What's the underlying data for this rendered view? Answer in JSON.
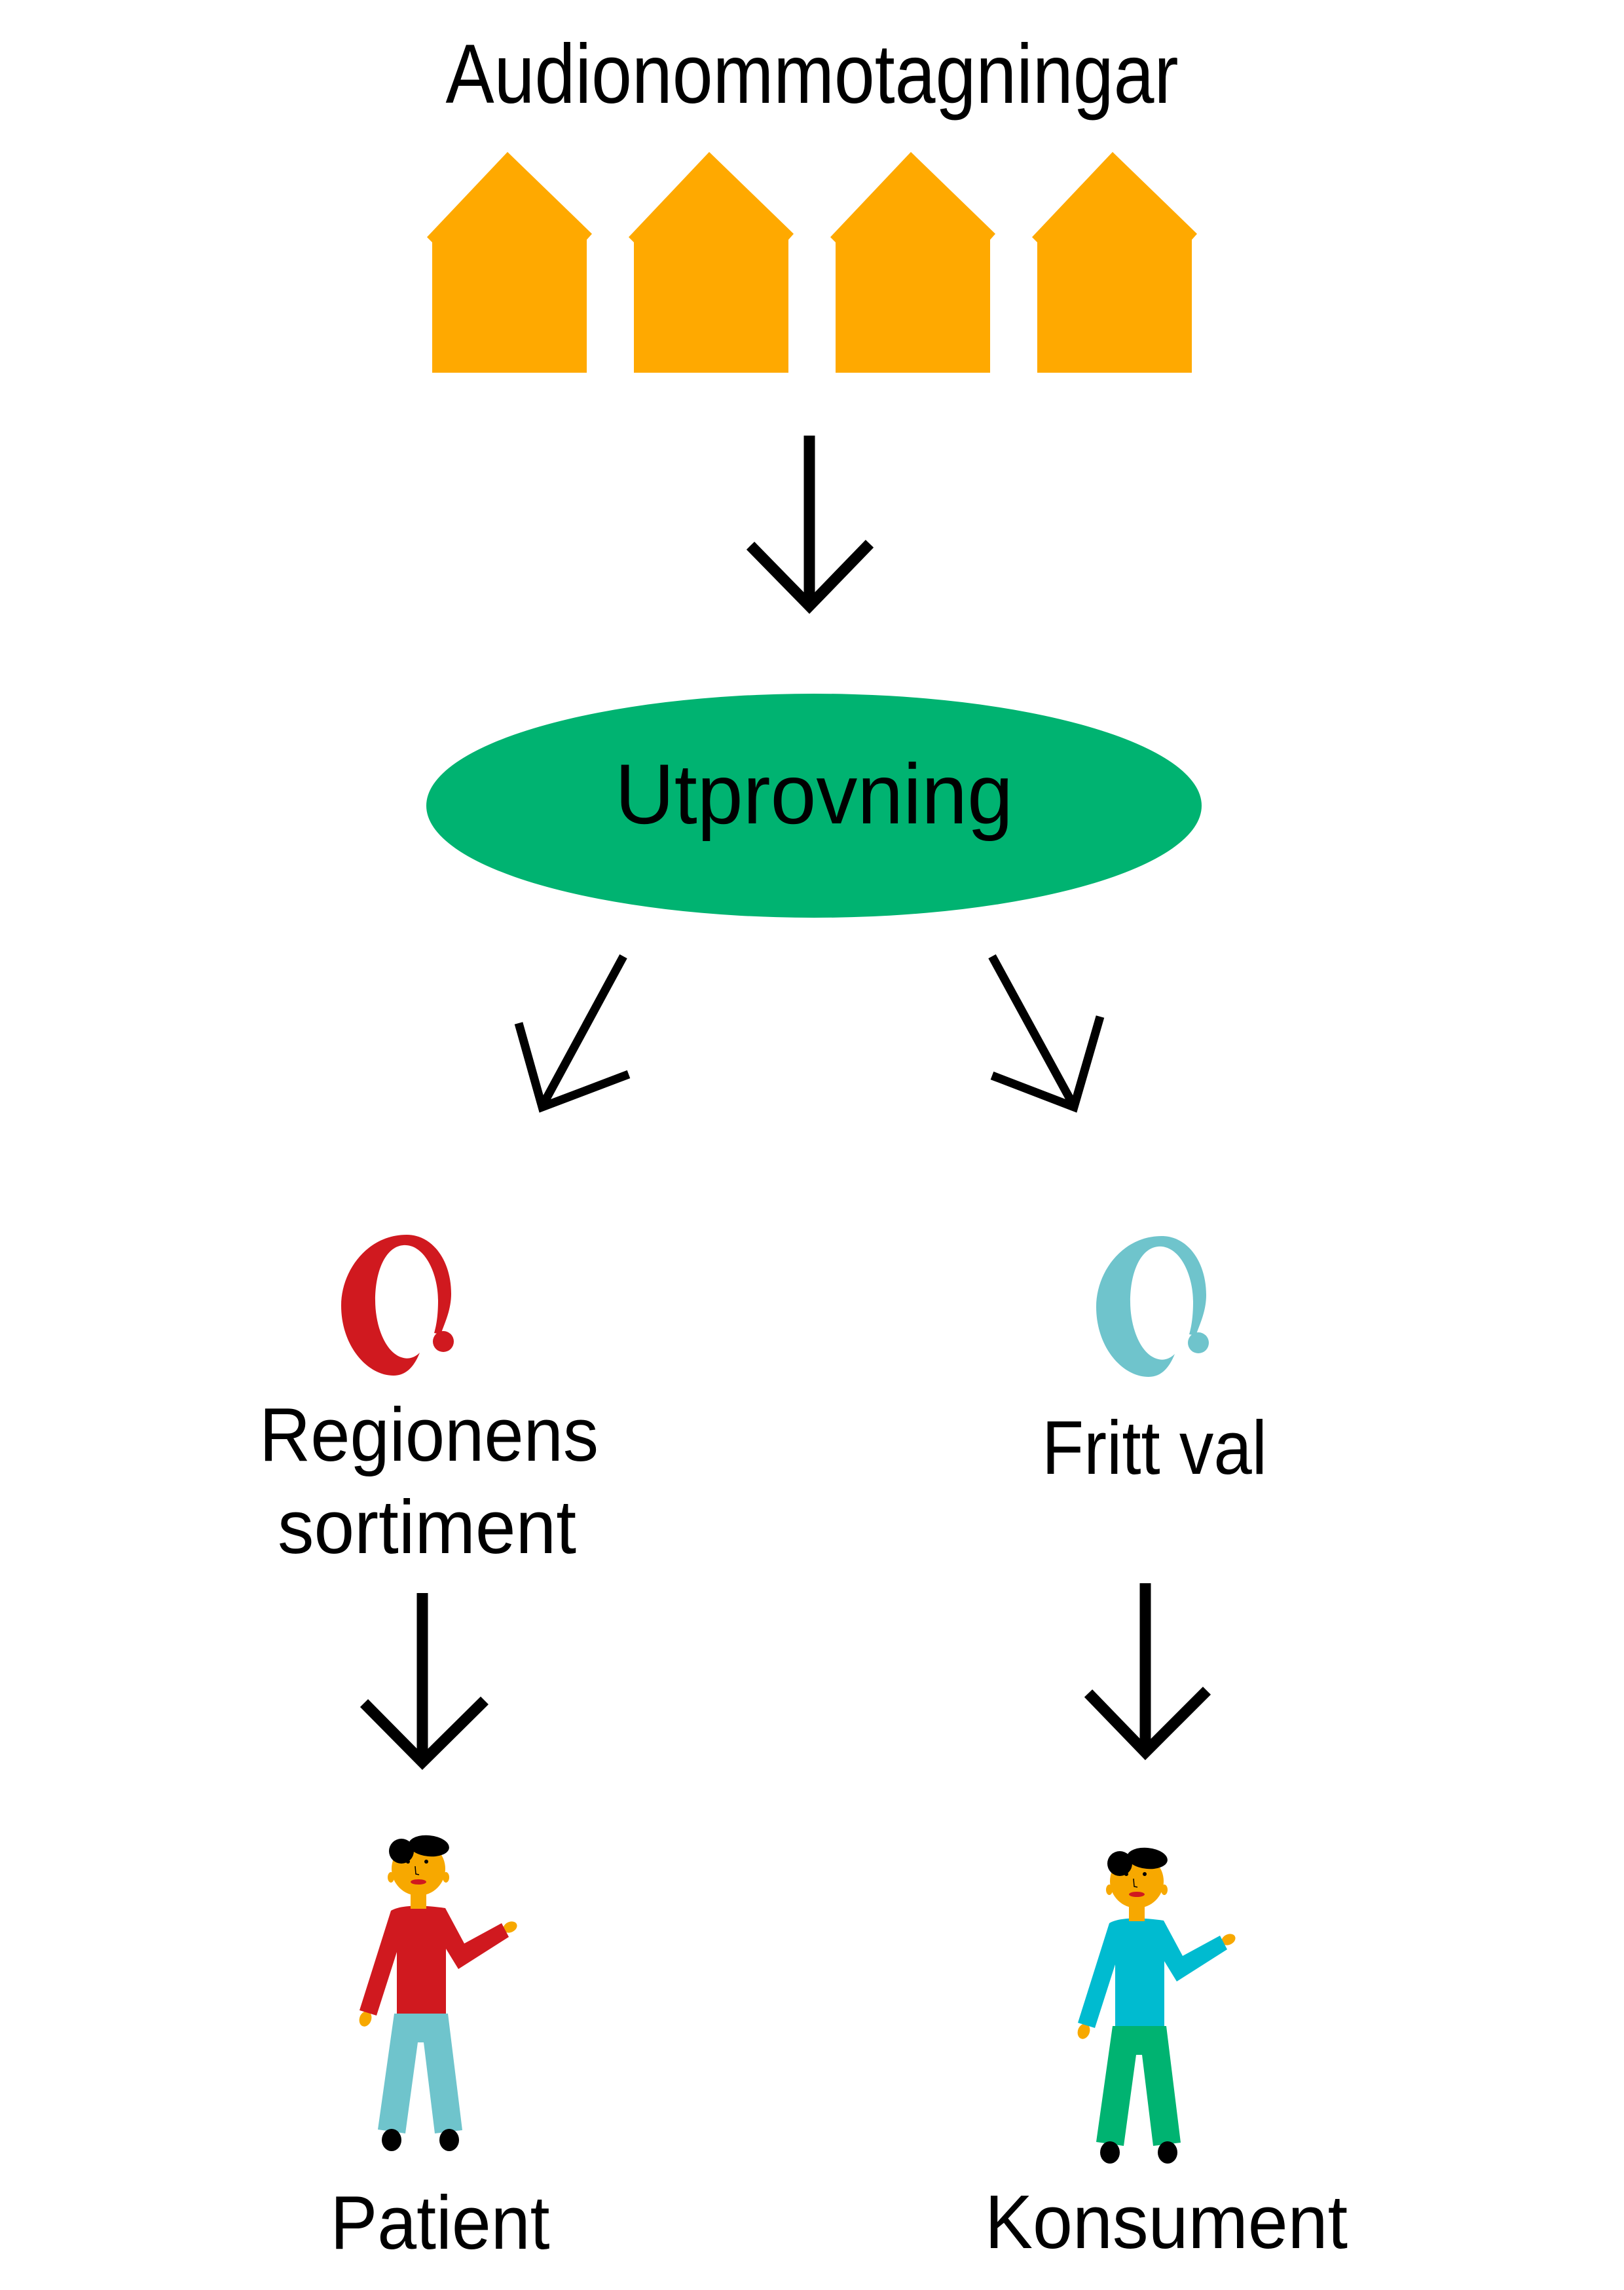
{
  "title": "Audionommotagningar",
  "houses": {
    "count": 4,
    "color": "#FFA900"
  },
  "process": {
    "label": "Utprovning",
    "color": "#00B371",
    "text_color": "#FFFFFF"
  },
  "branches": [
    {
      "id": "region",
      "label_lines": [
        "Regionens",
        "sortiment"
      ],
      "icon": "hearing-aid-icon",
      "icon_color": "#D0191F",
      "person_label": "Patient",
      "shirt_color": "#D0191F",
      "pants_color": "#6FC4CC"
    },
    {
      "id": "free",
      "label_lines": [
        "Fritt val"
      ],
      "icon": "hearing-aid-icon",
      "icon_color": "#6FC4CC",
      "person_label": "Konsument",
      "shirt_color": "#00BBD0",
      "pants_color": "#00B371"
    }
  ],
  "colors": {
    "skin": "#F7A800",
    "hair": "#000000",
    "mouth": "#D0191F",
    "arrow": "#000000"
  }
}
